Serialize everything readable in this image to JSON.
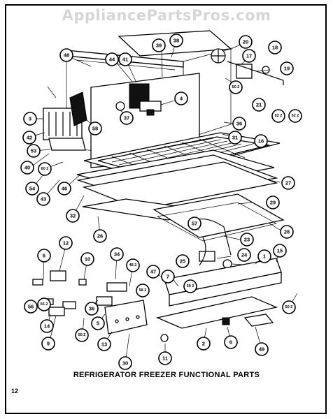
{
  "watermark": "AppliancePartsPros.com",
  "title": "REFRIGERATOR FREEZER FUNCTIONAL PARTS",
  "page_number": "12",
  "callouts": [
    "48",
    "38",
    "39",
    "44",
    "41",
    "20",
    "18",
    "17",
    "19",
    "50 2",
    "4",
    "37",
    "36",
    "52 2",
    "16",
    "21",
    "52 2",
    "3",
    "42",
    "58",
    "31",
    "53",
    "40",
    "60 2",
    "46",
    "54",
    "43",
    "27",
    "32",
    "29",
    "26",
    "57",
    "28",
    "23",
    "25",
    "24",
    "1",
    "15",
    "47",
    "7",
    "50 2",
    "6",
    "12",
    "10",
    "34",
    "48 2",
    "58 2",
    "55 2",
    "56",
    "14",
    "36",
    "5",
    "9",
    "55 2",
    "13",
    "11",
    "30",
    "2",
    "6",
    "49",
    "50 2"
  ]
}
